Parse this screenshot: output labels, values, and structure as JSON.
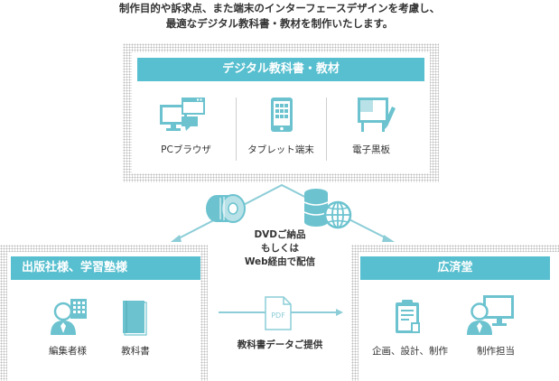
{
  "intro": {
    "line1": "制作目的や訴求点、また端末のインターフェースデザインを考慮し、",
    "line2": "最適なデジタル教科書・教材を制作いたします。"
  },
  "top_panel": {
    "title": "デジタル教科書・教材",
    "devices": [
      {
        "label": "PCブラウザ",
        "icon": "pc-browser-icon"
      },
      {
        "label": "タブレット端末",
        "icon": "tablet-icon"
      },
      {
        "label": "電子黒板",
        "icon": "electronic-blackboard-icon"
      }
    ]
  },
  "delivery": {
    "line1": "DVDご納品",
    "line2": "もしくは",
    "line3": "Web経由で配信"
  },
  "left_panel": {
    "title": "出版社様、学習塾様",
    "items": [
      {
        "label": "編集者様",
        "icon": "editor-person-icon"
      },
      {
        "label": "教科書",
        "icon": "textbook-icon"
      }
    ]
  },
  "right_panel": {
    "title": "広済堂",
    "items": [
      {
        "label": "企画、設計、制作",
        "icon": "clipboard-icon"
      },
      {
        "label": "制作担当",
        "icon": "producer-person-icon"
      }
    ]
  },
  "data_transfer": {
    "label": "教科書データご提供",
    "pdf_text": "PDF"
  },
  "colors": {
    "accent": "#57bfcf",
    "icon": "#6cc3cf",
    "arrow": "#8ccdd7",
    "text": "#333333"
  }
}
